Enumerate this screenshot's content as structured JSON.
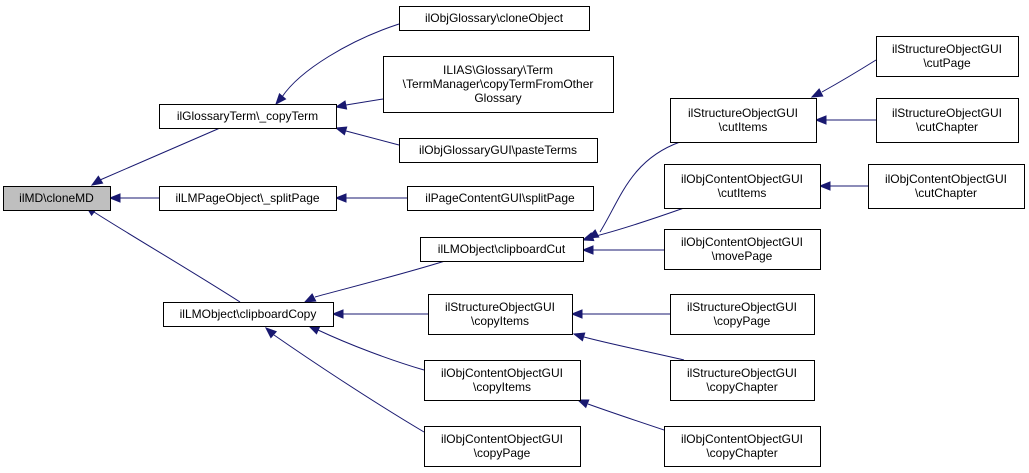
{
  "graph": {
    "root": "ilMD\\cloneMD",
    "nodes": [
      {
        "id": "root",
        "lines": [
          "ilMD\\cloneMD"
        ]
      },
      {
        "id": "n_copyTerm",
        "lines": [
          "ilGlossaryTerm\\_copyTerm"
        ]
      },
      {
        "id": "n_splitPage_lm",
        "lines": [
          "ilLMPageObject\\_splitPage"
        ]
      },
      {
        "id": "n_clipboardCopy",
        "lines": [
          "ilLMObject\\clipboardCopy"
        ]
      },
      {
        "id": "n_glossClone",
        "lines": [
          "ilObjGlossary\\cloneObject"
        ]
      },
      {
        "id": "n_termManager",
        "lines": [
          "ILIAS\\Glossary\\Term",
          "\\TermManager\\copyTermFromOther",
          "Glossary"
        ]
      },
      {
        "id": "n_pasteTerms",
        "lines": [
          "ilObjGlossaryGUI\\pasteTerms"
        ]
      },
      {
        "id": "n_pcSplitPage",
        "lines": [
          "ilPageContentGUI\\splitPage"
        ]
      },
      {
        "id": "n_clipboardCut",
        "lines": [
          "ilLMObject\\clipboardCut"
        ]
      },
      {
        "id": "n_soCopyItems",
        "lines": [
          "ilStructureObjectGUI",
          "\\copyItems"
        ]
      },
      {
        "id": "n_cooCopyItems",
        "lines": [
          "ilObjContentObjectGUI",
          "\\copyItems"
        ]
      },
      {
        "id": "n_cooCopyPage",
        "lines": [
          "ilObjContentObjectGUI",
          "\\copyPage"
        ]
      },
      {
        "id": "n_soCutItems",
        "lines": [
          "ilStructureObjectGUI",
          "\\cutItems"
        ]
      },
      {
        "id": "n_cooCutItems",
        "lines": [
          "ilObjContentObjectGUI",
          "\\cutItems"
        ]
      },
      {
        "id": "n_cooMovePage",
        "lines": [
          "ilObjContentObjectGUI",
          "\\movePage"
        ]
      },
      {
        "id": "n_soCopyPage",
        "lines": [
          "ilStructureObjectGUI",
          "\\copyPage"
        ]
      },
      {
        "id": "n_soCopyChapter",
        "lines": [
          "ilStructureObjectGUI",
          "\\copyChapter"
        ]
      },
      {
        "id": "n_cooCopyChapter",
        "lines": [
          "ilObjContentObjectGUI",
          "\\copyChapter"
        ]
      },
      {
        "id": "n_soCutPage",
        "lines": [
          "ilStructureObjectGUI",
          "\\cutPage"
        ]
      },
      {
        "id": "n_soCutChapter",
        "lines": [
          "ilStructureObjectGUI",
          "\\cutChapter"
        ]
      },
      {
        "id": "n_cooCutChapter",
        "lines": [
          "ilObjContentObjectGUI",
          "\\cutChapter"
        ]
      }
    ],
    "edges": [
      {
        "from": "n_copyTerm",
        "to": "root"
      },
      {
        "from": "n_splitPage_lm",
        "to": "root"
      },
      {
        "from": "n_clipboardCopy",
        "to": "root"
      },
      {
        "from": "n_glossClone",
        "to": "n_copyTerm"
      },
      {
        "from": "n_termManager",
        "to": "n_copyTerm"
      },
      {
        "from": "n_pasteTerms",
        "to": "n_copyTerm"
      },
      {
        "from": "n_pcSplitPage",
        "to": "n_splitPage_lm"
      },
      {
        "from": "n_clipboardCut",
        "to": "n_clipboardCopy"
      },
      {
        "from": "n_soCopyItems",
        "to": "n_clipboardCopy"
      },
      {
        "from": "n_cooCopyItems",
        "to": "n_clipboardCopy"
      },
      {
        "from": "n_cooCopyPage",
        "to": "n_clipboardCopy"
      },
      {
        "from": "n_soCutItems",
        "to": "n_clipboardCut"
      },
      {
        "from": "n_cooCutItems",
        "to": "n_clipboardCut"
      },
      {
        "from": "n_cooMovePage",
        "to": "n_clipboardCut"
      },
      {
        "from": "n_soCopyPage",
        "to": "n_soCopyItems"
      },
      {
        "from": "n_soCopyChapter",
        "to": "n_soCopyItems"
      },
      {
        "from": "n_cooCopyChapter",
        "to": "n_cooCopyItems"
      },
      {
        "from": "n_soCutPage",
        "to": "n_soCutItems"
      },
      {
        "from": "n_soCutChapter",
        "to": "n_soCutItems"
      },
      {
        "from": "n_cooCutChapter",
        "to": "n_cooCutItems"
      }
    ]
  },
  "colors": {
    "root_fill": "#bfbfbf",
    "node_fill": "#ffffff",
    "node_border": "#000000",
    "edge": "#191970"
  }
}
